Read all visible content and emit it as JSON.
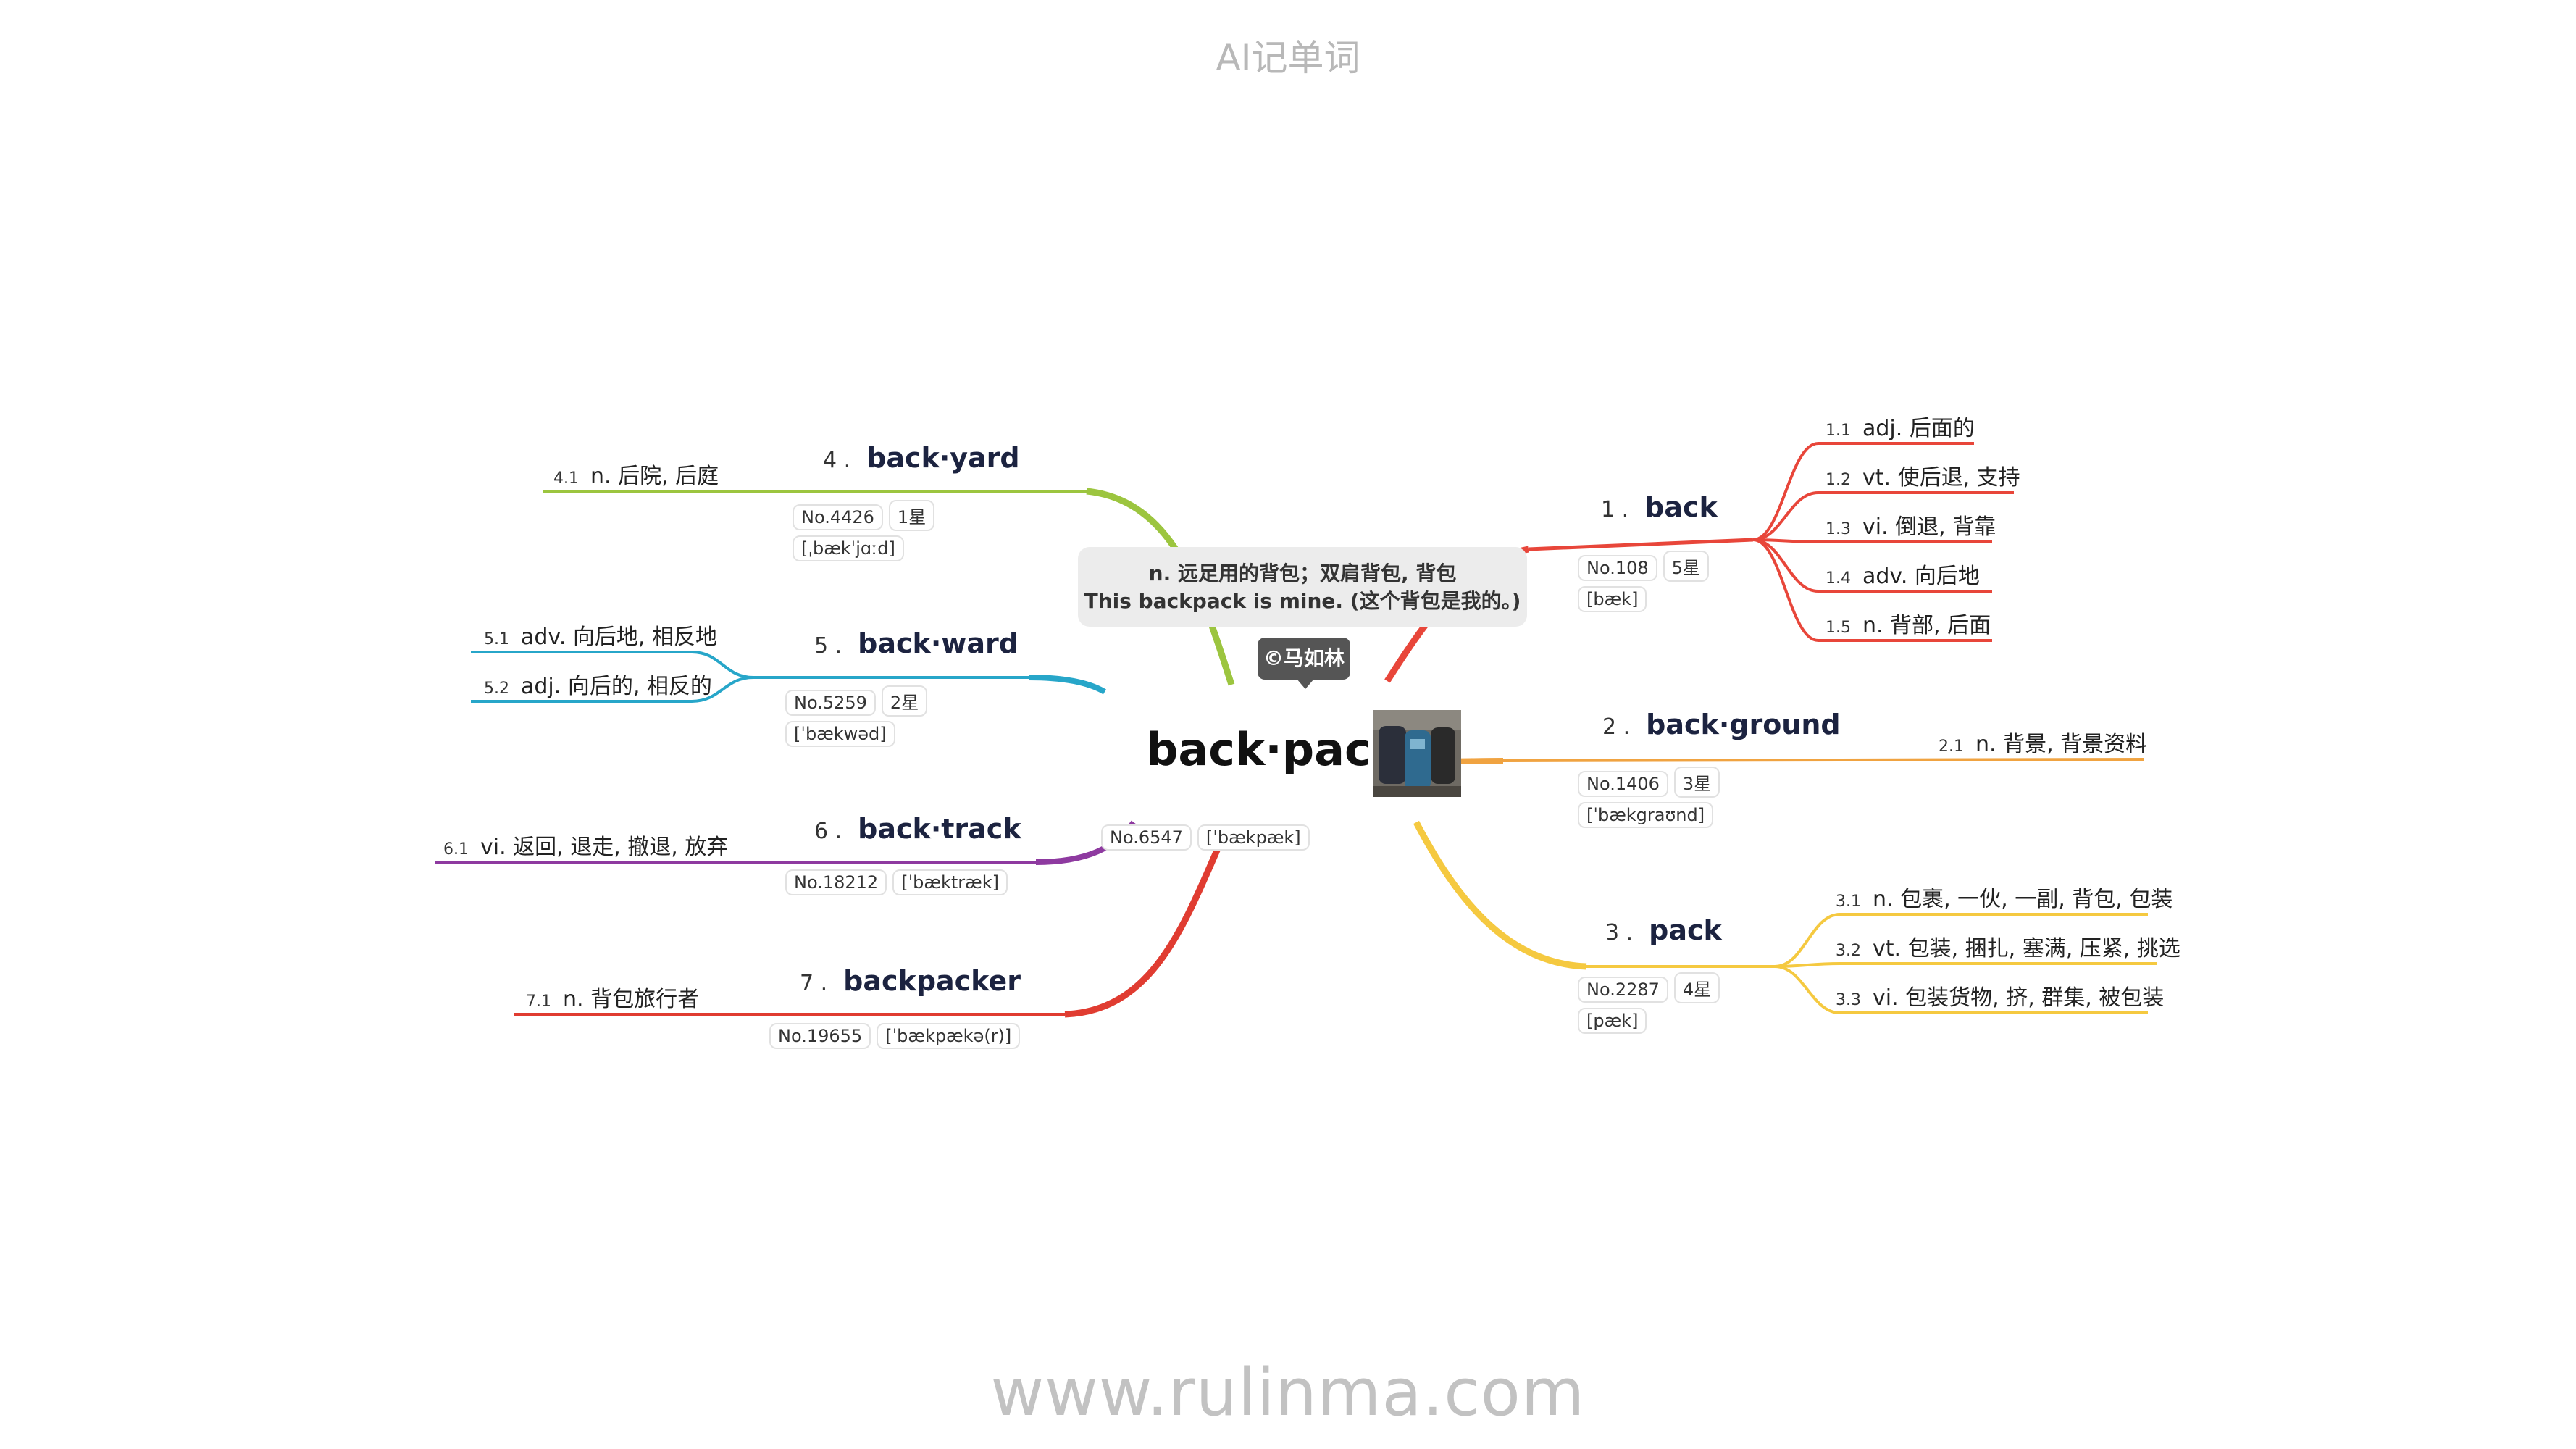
{
  "header": {
    "title": "AI记单词"
  },
  "footer": {
    "url": "www.rulinma.com"
  },
  "center": {
    "word": "back·pack",
    "no": "No.6547",
    "phonetic": "[ˈbækpæk]",
    "image_icon": "backpack-photo"
  },
  "note": {
    "line1": "n. 远足用的背包；双肩背包, 背包",
    "line2": "This backpack is mine. (这个背包是我的。)"
  },
  "copyright": {
    "text": "©马如林"
  },
  "colors": {
    "back": "#e8463a",
    "background": "#f0a341",
    "pack": "#f5c940",
    "backyard": "#9cc53f",
    "backward": "#27a6c9",
    "backtrack": "#8e3aa0",
    "backpacker": "#e03c31"
  },
  "branches": [
    {
      "num": "1 .",
      "word": "back",
      "no": "No.108",
      "stars": "5星",
      "phonetic": "[bæk]",
      "meanings": [
        {
          "num": "1.1",
          "text": "adj. 后面的"
        },
        {
          "num": "1.2",
          "text": "vt. 使后退, 支持"
        },
        {
          "num": "1.3",
          "text": "vi. 倒退, 背靠"
        },
        {
          "num": "1.4",
          "text": "adv. 向后地"
        },
        {
          "num": "1.5",
          "text": "n. 背部, 后面"
        }
      ]
    },
    {
      "num": "2 .",
      "word": "back·ground",
      "no": "No.1406",
      "stars": "3星",
      "phonetic": "[ˈbækgraʊnd]",
      "meanings": [
        {
          "num": "2.1",
          "text": "n. 背景, 背景资料"
        }
      ]
    },
    {
      "num": "3 .",
      "word": "pack",
      "no": "No.2287",
      "stars": "4星",
      "phonetic": "[pæk]",
      "meanings": [
        {
          "num": "3.1",
          "text": "n. 包裹, 一伙, 一副, 背包, 包装"
        },
        {
          "num": "3.2",
          "text": "vt. 包装, 捆扎, 塞满, 压紧, 挑选"
        },
        {
          "num": "3.3",
          "text": "vi. 包装货物, 挤, 群集, 被包装"
        }
      ]
    },
    {
      "num": "4 .",
      "word": "back·yard",
      "no": "No.4426",
      "stars": "1星",
      "phonetic": "[ˌbækˈjɑːd]",
      "meanings": [
        {
          "num": "4.1",
          "text": "n. 后院, 后庭"
        }
      ]
    },
    {
      "num": "5 .",
      "word": "back·ward",
      "no": "No.5259",
      "stars": "2星",
      "phonetic": "[ˈbækwəd]",
      "meanings": [
        {
          "num": "5.1",
          "text": "adv. 向后地, 相反地"
        },
        {
          "num": "5.2",
          "text": "adj. 向后的, 相反的"
        }
      ]
    },
    {
      "num": "6 .",
      "word": "back·track",
      "no": "No.18212",
      "phonetic": "[ˈbæktræk]",
      "meanings": [
        {
          "num": "6.1",
          "text": "vi. 返回, 退走, 撤退, 放弃"
        }
      ]
    },
    {
      "num": "7 .",
      "word": "backpacker",
      "no": "No.19655",
      "phonetic": "[ˈbækpækə(r)]",
      "meanings": [
        {
          "num": "7.1",
          "text": "n. 背包旅行者"
        }
      ]
    }
  ]
}
